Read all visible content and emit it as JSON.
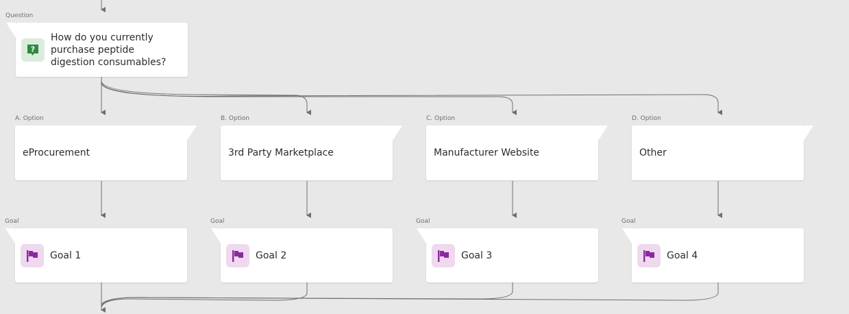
{
  "question": {
    "tag": "Question",
    "text": "How do you currently purchase peptide digestion consumables?",
    "icon": "question-icon",
    "icon_color": "#2d8a3e"
  },
  "options": [
    {
      "tag": "A. Option",
      "label": "eProcurement"
    },
    {
      "tag": "B. Option",
      "label": "3rd Party Marketplace"
    },
    {
      "tag": "C. Option",
      "label": "Manufacturer Website"
    },
    {
      "tag": "D. Option",
      "label": "Other"
    }
  ],
  "goals": [
    {
      "tag": "Goal",
      "label": "Goal 1",
      "icon": "flag-icon"
    },
    {
      "tag": "Goal",
      "label": "Goal 2",
      "icon": "flag-icon"
    },
    {
      "tag": "Goal",
      "label": "Goal 3",
      "icon": "flag-icon"
    },
    {
      "tag": "Goal",
      "label": "Goal 4",
      "icon": "flag-icon"
    }
  ],
  "colors": {
    "canvas": "#e8e8e8",
    "connector": "#6e6e6e",
    "goal_icon": "#8a2a9e"
  }
}
